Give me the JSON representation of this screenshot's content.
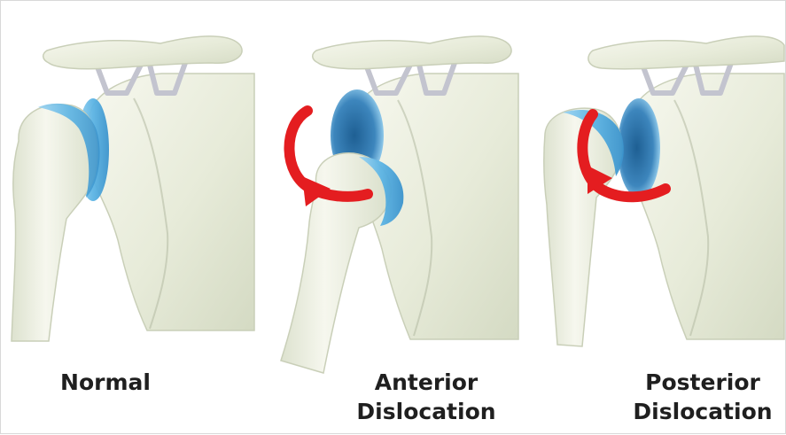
{
  "panels": [
    {
      "id": "normal",
      "caption_lines": [
        "Normal"
      ]
    },
    {
      "id": "anterior",
      "caption_lines": [
        "Anterior",
        "Dislocation"
      ]
    },
    {
      "id": "posterior",
      "caption_lines": [
        "Posterior",
        "Dislocation"
      ]
    }
  ],
  "colors": {
    "bone_fill": "#eef1e3",
    "bone_edge": "#c9cfb8",
    "shadow": "#b7bea7",
    "cartilage": "#62b8e6",
    "socket_dark": "#2f73a8",
    "ligament": "#c3c4cf",
    "arrow": "#e41d20"
  }
}
